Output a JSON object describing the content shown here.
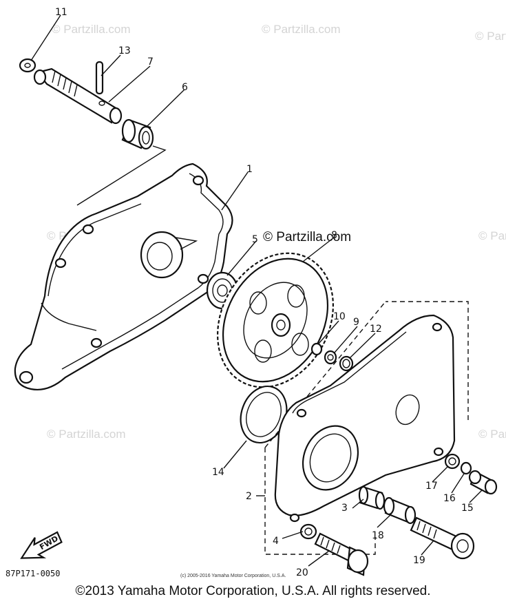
{
  "watermark": "© Partzilla.com",
  "callouts": [
    "1",
    "2",
    "3",
    "4",
    "5",
    "6",
    "7",
    "8",
    "9",
    "10",
    "11",
    "12",
    "13",
    "14",
    "15",
    "16",
    "17",
    "18",
    "19",
    "20"
  ],
  "fwd_label": "FWD",
  "drawing_code": "87P171-0050",
  "small_copyright": "(c) 2005-2016 Yamaha Motor Corporation, U.S.A.",
  "copyright": "©2013 Yamaha Motor Corporation, U.S.A. All rights reserved."
}
